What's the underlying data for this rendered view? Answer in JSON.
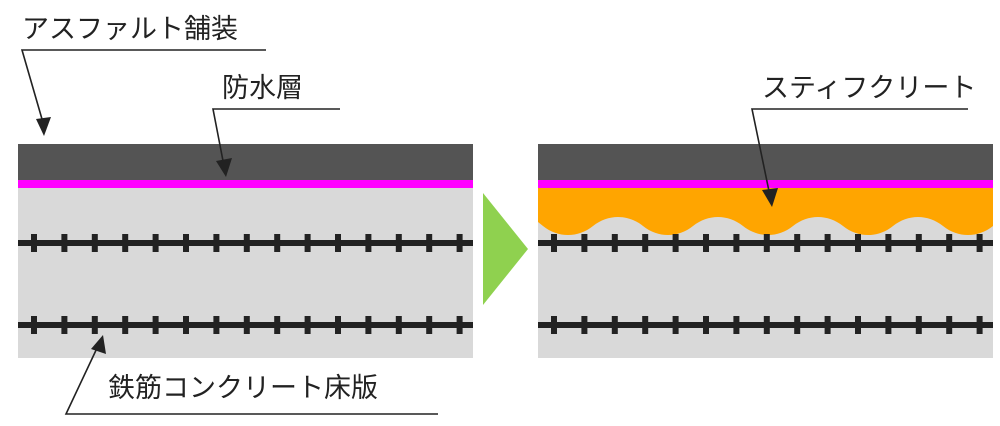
{
  "labels": {
    "asphalt": "アスファルト舗装",
    "waterproof": "防水層",
    "stiff_concrete": "スティフクリート",
    "rc_slab": "鉄筋コンクリート床版"
  },
  "colors": {
    "asphalt": "#545454",
    "waterproof": "#ff00ff",
    "stiff_concrete": "#ffa500",
    "slab": "#d9d9d9",
    "rebar": "#222222",
    "arrow": "#8fd14f",
    "leader": "#222222"
  },
  "icons": {
    "transition_arrow": "right-arrow-triangle"
  }
}
